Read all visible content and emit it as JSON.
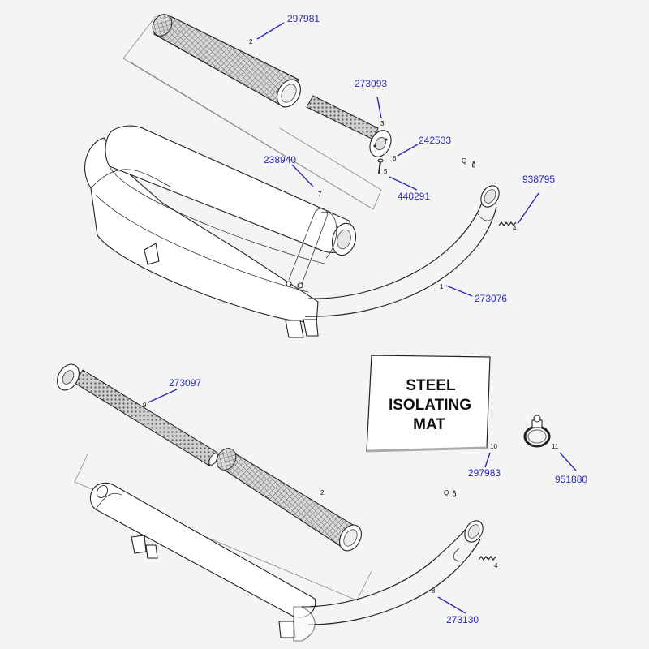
{
  "upper_assembly": {
    "refs": {
      "r1": {
        "callout": "1",
        "part_number": "273076"
      },
      "r2": {
        "callout": "2",
        "part_number": "297981"
      },
      "r3": {
        "callout": "3",
        "part_number": "273093"
      },
      "r4": {
        "callout": "4",
        "part_number": "938795"
      },
      "r5": {
        "callout": "5",
        "part_number": "440291"
      },
      "r6": {
        "callout": "6",
        "part_number": "242533"
      },
      "r7": {
        "callout": "7",
        "part_number": "238940"
      },
      "rq": {
        "callout": "Q"
      }
    }
  },
  "lower_assembly": {
    "refs": {
      "r2": {
        "callout": "2"
      },
      "r4": {
        "callout": "4"
      },
      "r8": {
        "callout": "8",
        "part_number": "273130"
      },
      "r9": {
        "callout": "9",
        "part_number": "273097"
      },
      "r10": {
        "callout": "10",
        "part_number": "297983"
      },
      "r11": {
        "callout": "11",
        "part_number": "951880"
      },
      "rq": {
        "callout": "Q"
      }
    },
    "mat_sign": {
      "line1": "STEEL",
      "line2": "ISOLATING",
      "line3": "MAT"
    }
  },
  "colors": {
    "link": "#2a2ab8",
    "line": "#222222",
    "background": "#f4f4f4"
  }
}
